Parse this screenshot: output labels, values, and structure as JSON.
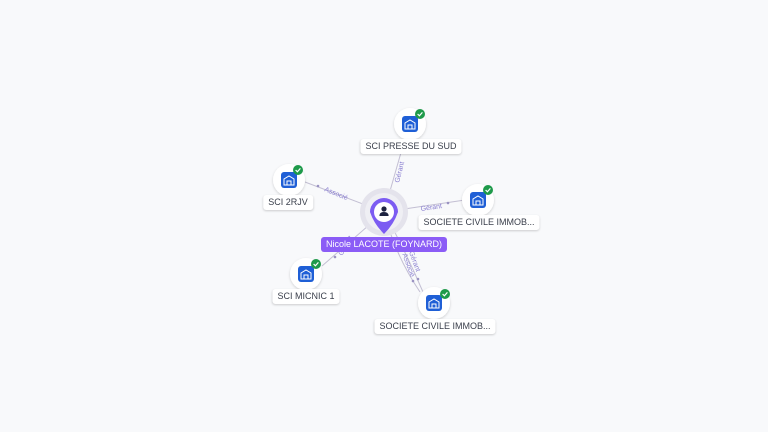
{
  "graph": {
    "center": {
      "label": "Nicole LACOTE (FOYNARD)",
      "icon": "person-icon",
      "color": "#7c5cf2"
    },
    "nodes": [
      {
        "label": "SCI PRESSE DU SUD",
        "icon": "building-icon",
        "badge": "check-badge-icon"
      },
      {
        "label": "SCI 2RJV",
        "icon": "building-icon",
        "badge": "check-badge-icon"
      },
      {
        "label": "SOCIETE CIVILE IMMOB...",
        "icon": "building-icon",
        "badge": "check-badge-icon"
      },
      {
        "label": "SCI MICNIC 1",
        "icon": "building-icon",
        "badge": "check-badge-icon"
      },
      {
        "label": "SOCIETE CIVILE IMMOB...",
        "icon": "building-icon",
        "badge": "check-badge-icon"
      }
    ],
    "edges": [
      {
        "label": "Gérant"
      },
      {
        "label": "Associé"
      },
      {
        "label": "Gérant"
      },
      {
        "label": "Gérant"
      },
      {
        "label": "Gérant\nAssocié"
      }
    ],
    "colors": {
      "node_icon": "#1f5fd6",
      "badge": "#1e9a4a",
      "edge": "#b9b5cc",
      "edge_label": "#8a7fd0"
    }
  }
}
